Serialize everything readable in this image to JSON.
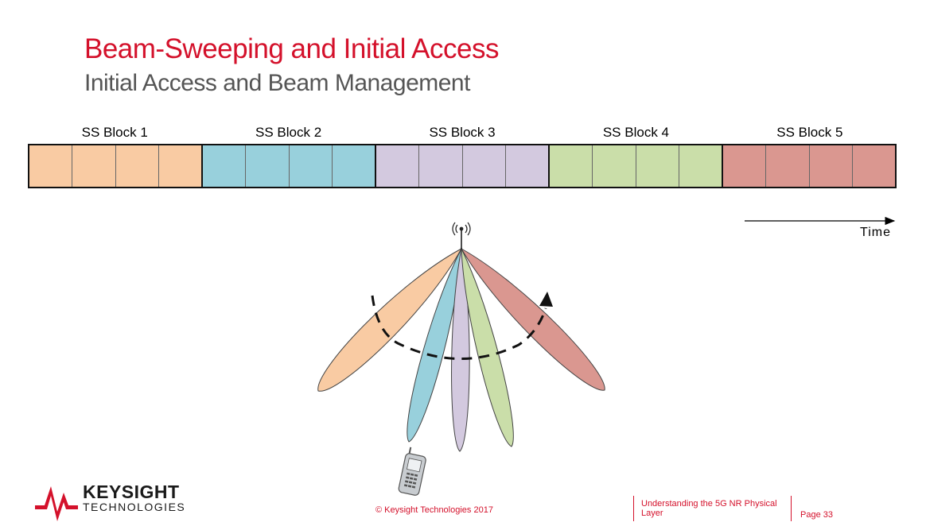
{
  "header": {
    "title": "Beam-Sweeping and Initial Access",
    "subtitle": "Initial Access and Beam Management"
  },
  "ss_blocks": [
    {
      "label": "SS Block 1",
      "color": "#f9cba3"
    },
    {
      "label": "SS Block 2",
      "color": "#98d0dc"
    },
    {
      "label": "SS Block 3",
      "color": "#d3c9df"
    },
    {
      "label": "SS Block 4",
      "color": "#cadea9"
    },
    {
      "label": "SS Block 5",
      "color": "#da9790"
    }
  ],
  "slots_per_block": 4,
  "time_axis": {
    "label": "Time"
  },
  "beam_colors": [
    "#f9cba3",
    "#98d0dc",
    "#d3c9df",
    "#cadea9",
    "#da9790"
  ],
  "icons": [
    "antenna-icon",
    "mobile-phone-icon",
    "sweep-arrow-icon",
    "keysight-logo-icon"
  ],
  "footer": {
    "logo_name": "KEYSIGHT",
    "logo_sub": "TECHNOLOGIES",
    "copyright": "© Keysight Technologies 2017",
    "doc_title": "Understanding the 5G NR Physical Layer",
    "page": "Page 33"
  },
  "colors": {
    "accent": "#d4112b",
    "subtitle": "#555555"
  }
}
